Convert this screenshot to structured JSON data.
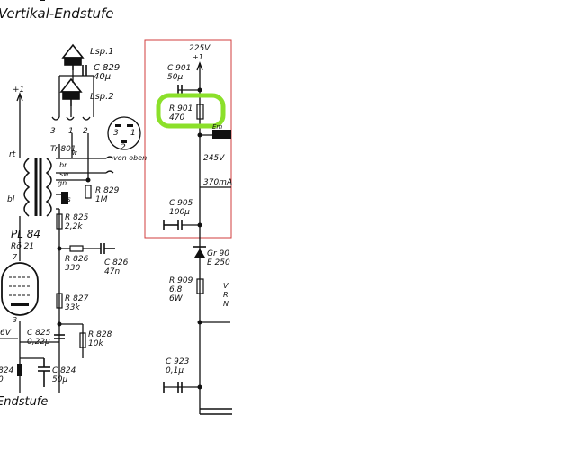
{
  "schematic": {
    "title": "Vertikal-Endstufe",
    "footer": "Endstufe",
    "speakers": [
      {
        "label": "Lsp.1"
      },
      {
        "label": "Lsp.2"
      }
    ],
    "connector_pins": [
      "3",
      "2",
      "1"
    ],
    "socket_pins": [
      "3",
      "1",
      "2"
    ],
    "socket_label": "von oben",
    "supply_plus": "+1",
    "transformer": {
      "name": "Tr 801",
      "taps": [
        "rt",
        "bl",
        "br",
        "sw",
        "gn",
        "ws",
        "w"
      ]
    },
    "tube": {
      "name": "PL 84",
      "ref": "Rö 21",
      "pins": [
        "7",
        "3"
      ],
      "voltage": "6V"
    },
    "components": {
      "c829": {
        "ref": "C 829",
        "value": "40µ"
      },
      "r829": {
        "ref": "R 829",
        "value": "1M"
      },
      "r825": {
        "ref": "R 825",
        "value": "2,2k"
      },
      "r826": {
        "ref": "R 826",
        "value": "330"
      },
      "c826": {
        "ref": "C 826",
        "value": "47n"
      },
      "r827": {
        "ref": "R 827",
        "value": "33k"
      },
      "c825": {
        "ref": "C 825",
        "value": "0,22µ"
      },
      "r828": {
        "ref": "R 828",
        "value": "10k"
      },
      "c824": {
        "ref": "C 824",
        "value": "50µ"
      },
      "r824": {
        "ref": "824",
        "value": "0"
      },
      "c901": {
        "ref": "C 901",
        "value": "50µ"
      },
      "r901": {
        "ref": "R 901",
        "value": "470"
      },
      "c905": {
        "ref": "C 905",
        "value": "100µ"
      },
      "gr90": {
        "ref": "Gr 90",
        "value": "E 250"
      },
      "r909": {
        "ref": "R 909",
        "value": "6,8",
        "power": "6W"
      },
      "c923": {
        "ref": "C 923",
        "value": "0,1µ"
      }
    },
    "voltages": {
      "supply": "225V",
      "supply_plus": "+1",
      "node": "245V",
      "current": "370mA"
    },
    "cut_labels": [
      "Em",
      "V",
      "R",
      "N"
    ],
    "highlight_color": "#8be02a",
    "box_color": "#d23c3c"
  }
}
